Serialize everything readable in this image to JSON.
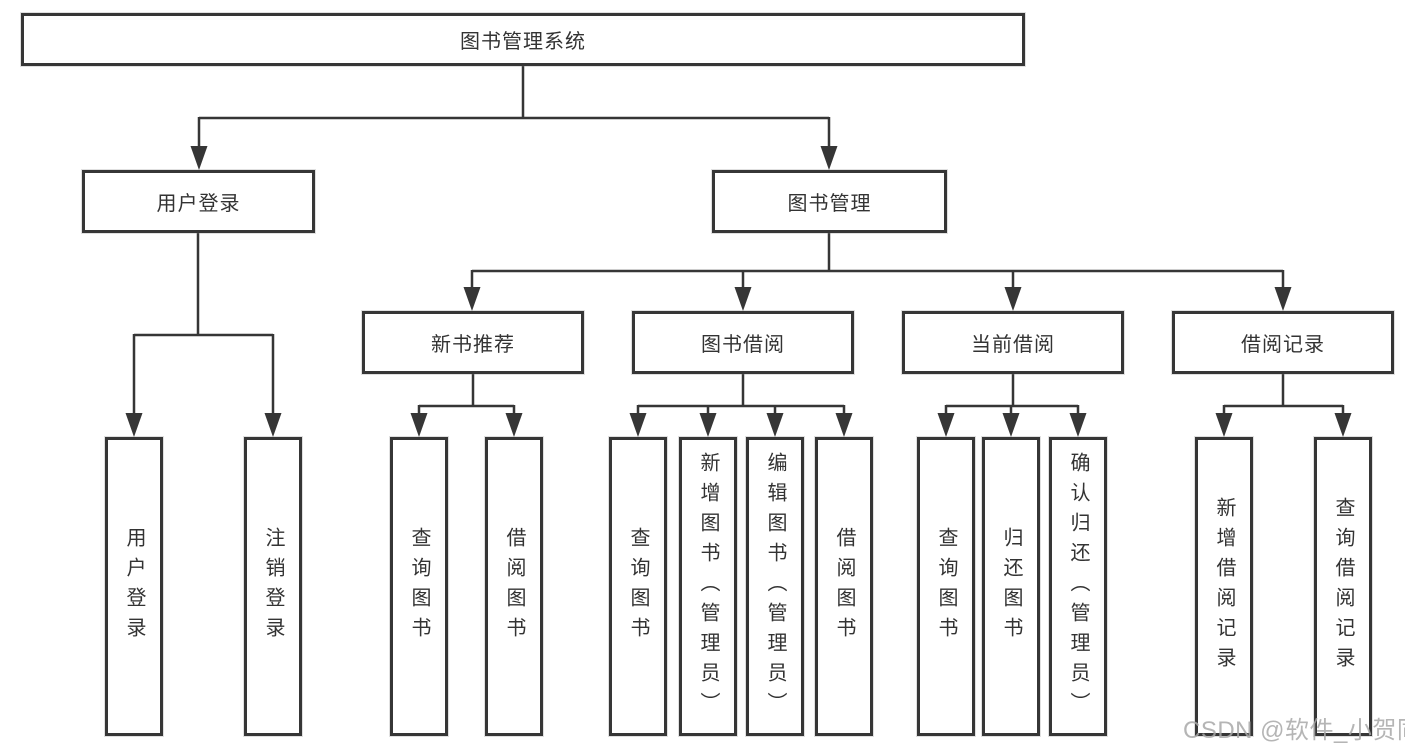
{
  "tree": {
    "root": "图书管理系统",
    "branches": [
      {
        "label": "用户登录",
        "children": [
          "用户登录",
          "注销登录"
        ]
      },
      {
        "label": "图书管理",
        "children": [
          {
            "label": "新书推荐",
            "children": [
              "查询图书",
              "借阅图书"
            ]
          },
          {
            "label": "图书借阅",
            "children": [
              "查询图书",
              "新增图书（管理员）",
              "编辑图书（管理员）",
              "借阅图书"
            ]
          },
          {
            "label": "当前借阅",
            "children": [
              "查询图书",
              "归还图书",
              "确认归还（管理员）"
            ]
          },
          {
            "label": "借阅记录",
            "children": [
              "新增借阅记录",
              "查询借阅记录"
            ]
          }
        ]
      }
    ]
  },
  "watermark": {
    "text": "CSDN @软件_小贺同学"
  },
  "colors": {
    "line": "#363636",
    "border": "#363636",
    "text": "#333333",
    "background": "#ffffff",
    "watermark": "#a8a8a8"
  }
}
